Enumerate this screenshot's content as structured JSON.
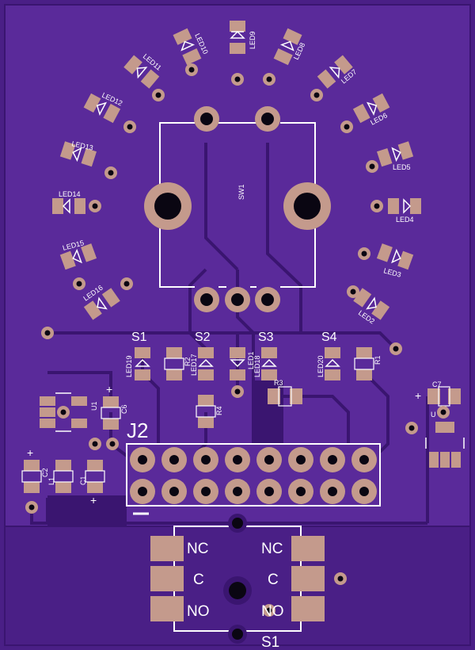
{
  "colors": {
    "board": "#4a1f86",
    "copper": "#5a2a9a",
    "trace": "#3a1570",
    "pad": "#c49a8c",
    "hole": "#0a0612",
    "silk": "#ffffff"
  },
  "leds": {
    "led2": "LED2",
    "led3": "LED3",
    "led4": "LED4",
    "led5": "LED5",
    "led6": "LED6",
    "led7": "LED7",
    "led8": "LED8",
    "led9": "LED9",
    "led10": "LED10",
    "led11": "LED11",
    "led12": "LED12",
    "led13": "LED13",
    "led14": "LED14",
    "led15": "LED15",
    "led16": "LED16",
    "led17": "LED17",
    "led18": "LED18",
    "led19": "LED19",
    "led20": "LED20",
    "led1": "LED1"
  },
  "parts": {
    "sw1": "SW1",
    "r1": "R1",
    "r2": "R2",
    "r3": "R3",
    "r4": "R4",
    "c1": "C1",
    "c2": "C2",
    "c6": "C6",
    "c7": "C7",
    "l1": "L1",
    "u1": "U1",
    "u_right": "U",
    "j2": "J2",
    "s1": "S1",
    "s2": "S2",
    "s3": "S3",
    "s4": "S4",
    "s1_bottom": "S1",
    "plus": "+",
    "nc": "NC",
    "c": "C",
    "no": "NO"
  }
}
